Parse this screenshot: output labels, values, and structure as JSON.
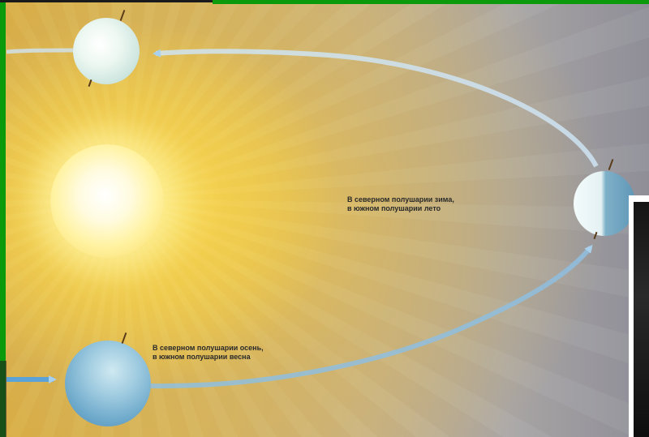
{
  "captions": {
    "winter_north": {
      "line1": "В северном полушарии зима,",
      "line2": "в южном полушарии лето"
    },
    "autumn_north": {
      "line1": "В северном полушарии осень,",
      "line2": "в южном полушарии весна"
    }
  },
  "colors": {
    "frame_green": "#0b9a0b",
    "orbit_arrow": "#9ec7e6",
    "sun_core": "#fffbe0"
  }
}
